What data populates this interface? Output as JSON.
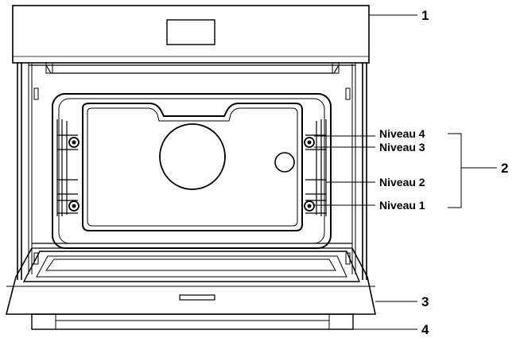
{
  "callouts": {
    "part_1": "1",
    "part_2": "2",
    "part_3": "3",
    "part_4": "4"
  },
  "levels": {
    "level_4": "Niveau 4",
    "level_3": "Niveau 3",
    "level_2": "Niveau 2",
    "level_1": "Niveau 1"
  },
  "colors": {
    "line": "#000000",
    "background": "#ffffff"
  }
}
